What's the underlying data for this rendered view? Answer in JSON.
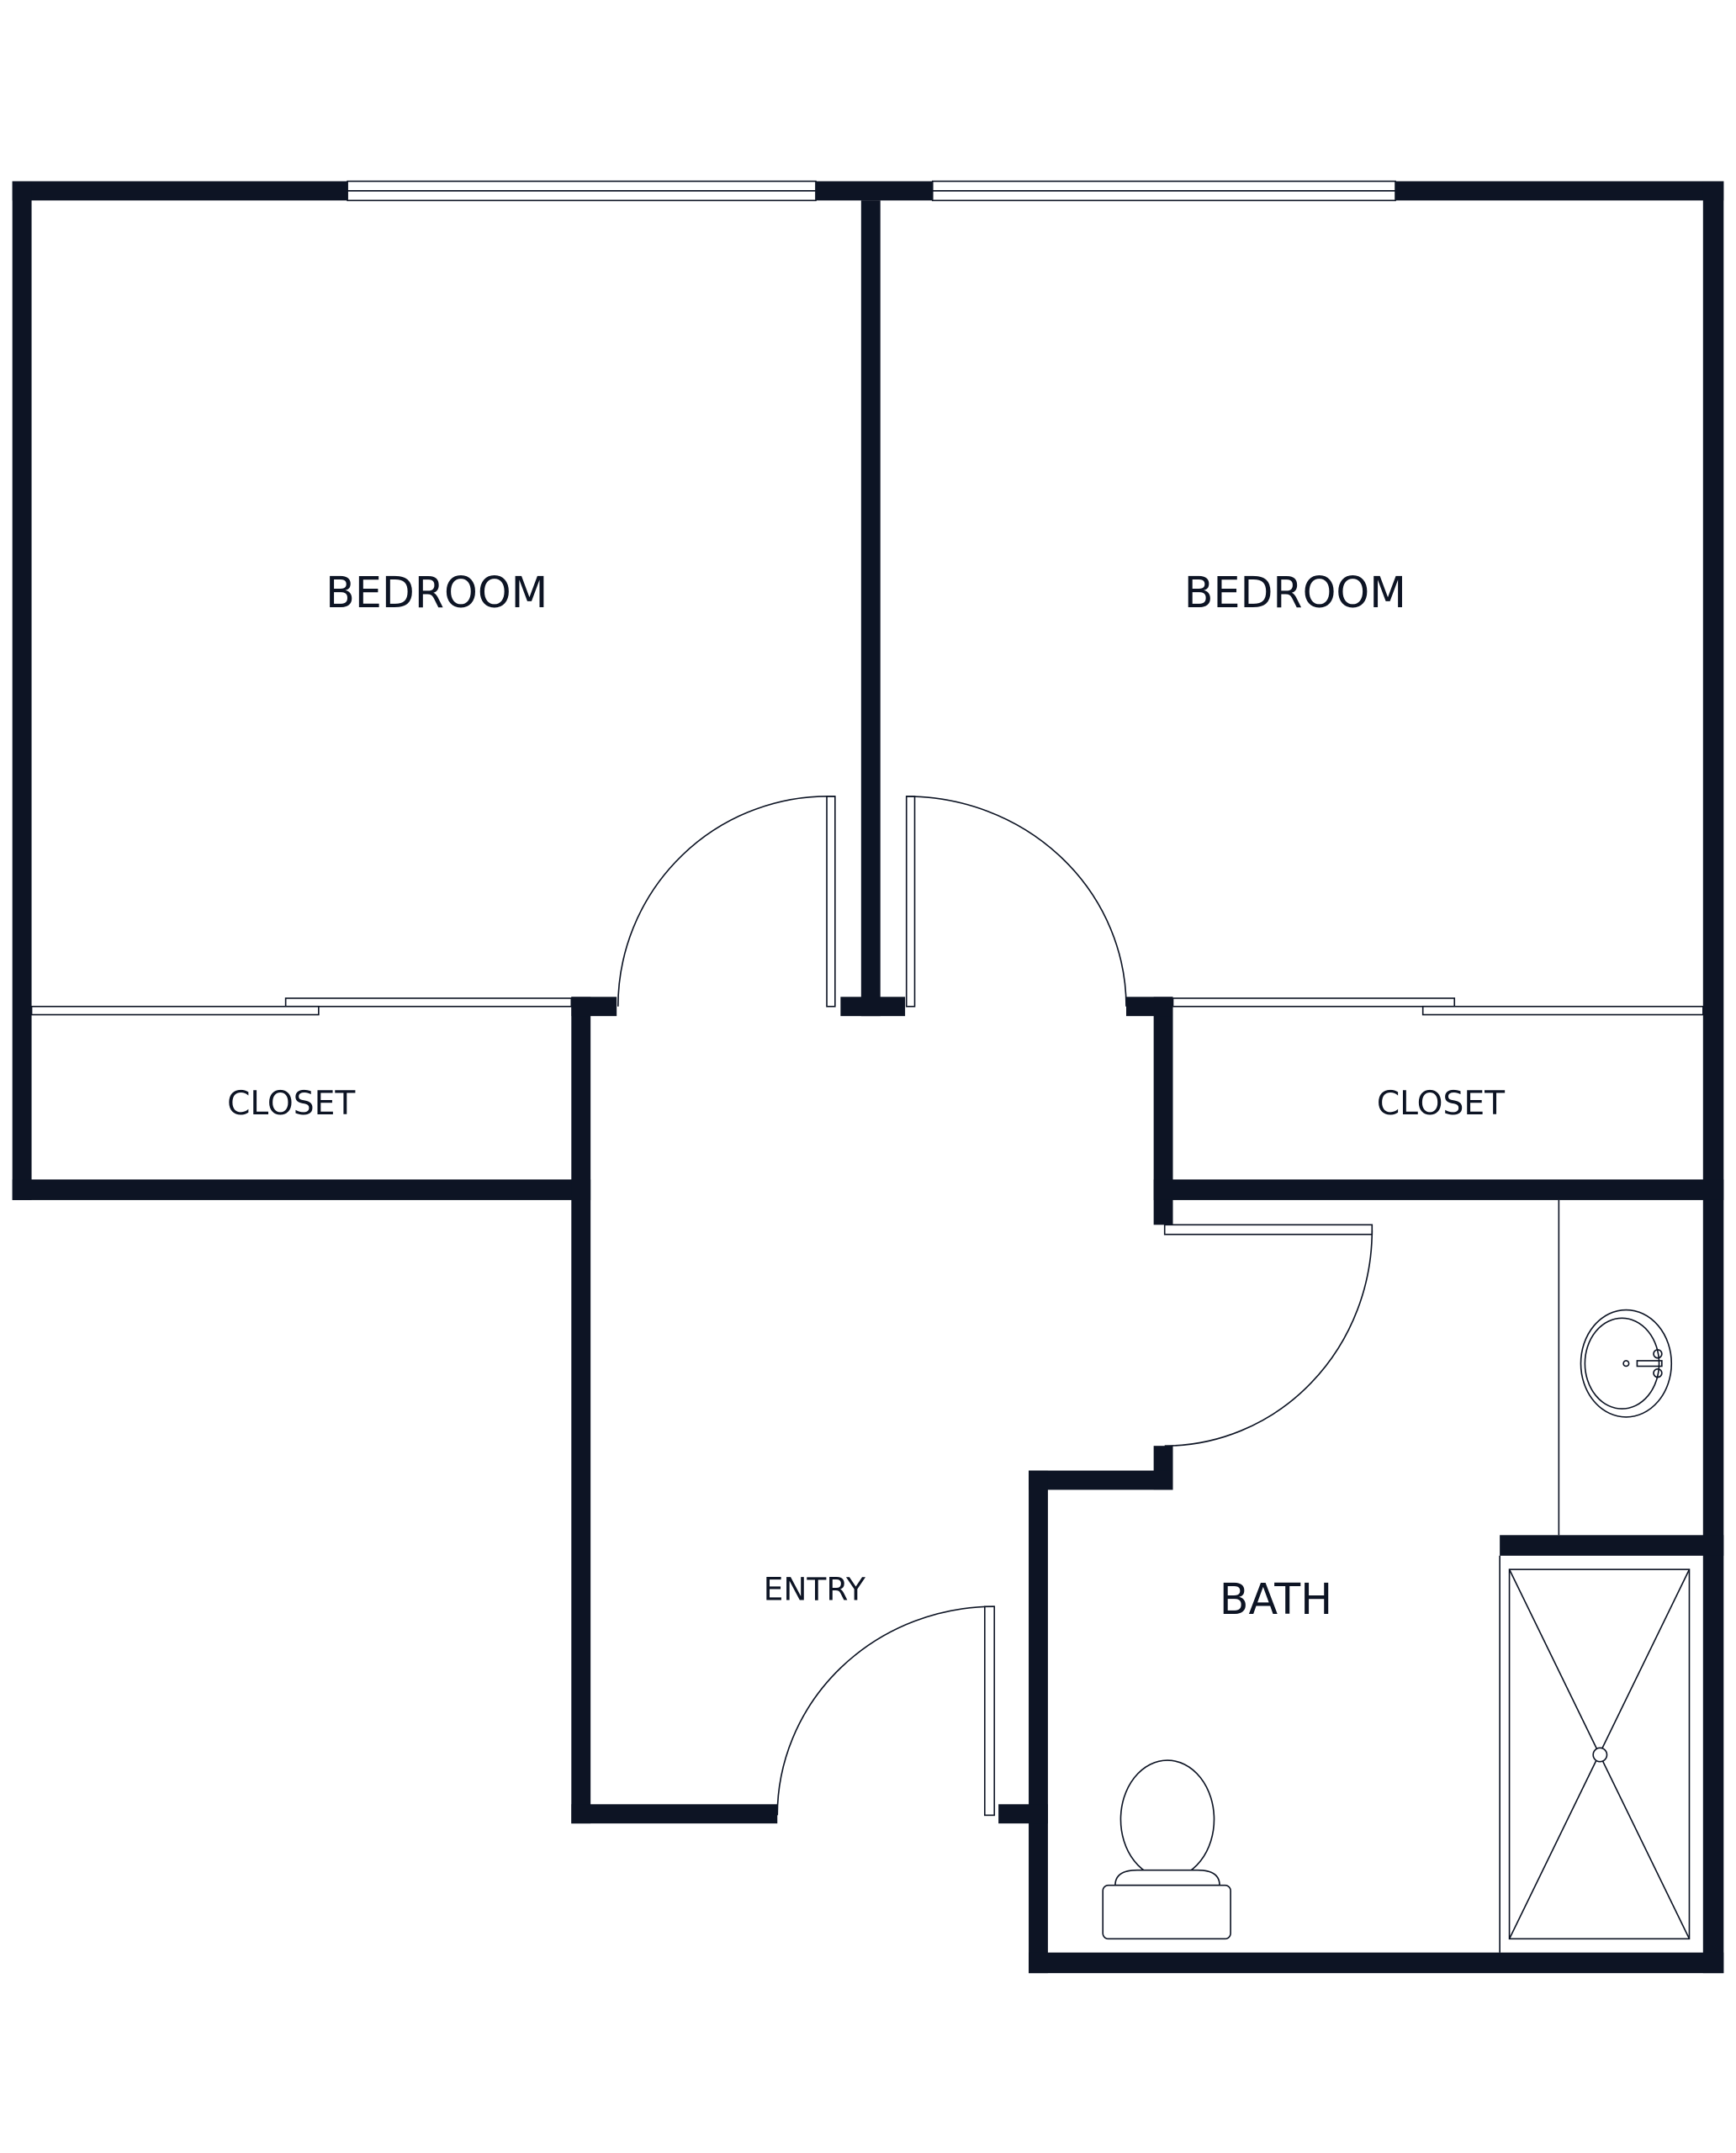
{
  "colors": {
    "wall": "#0d1424",
    "background": "#ffffff"
  },
  "rooms": {
    "bedroom_left": "BEDROOM",
    "bedroom_right": "BEDROOM",
    "closet_left": "CLOSET",
    "closet_right": "CLOSET",
    "entry": "ENTRY",
    "bath": "BATH"
  }
}
